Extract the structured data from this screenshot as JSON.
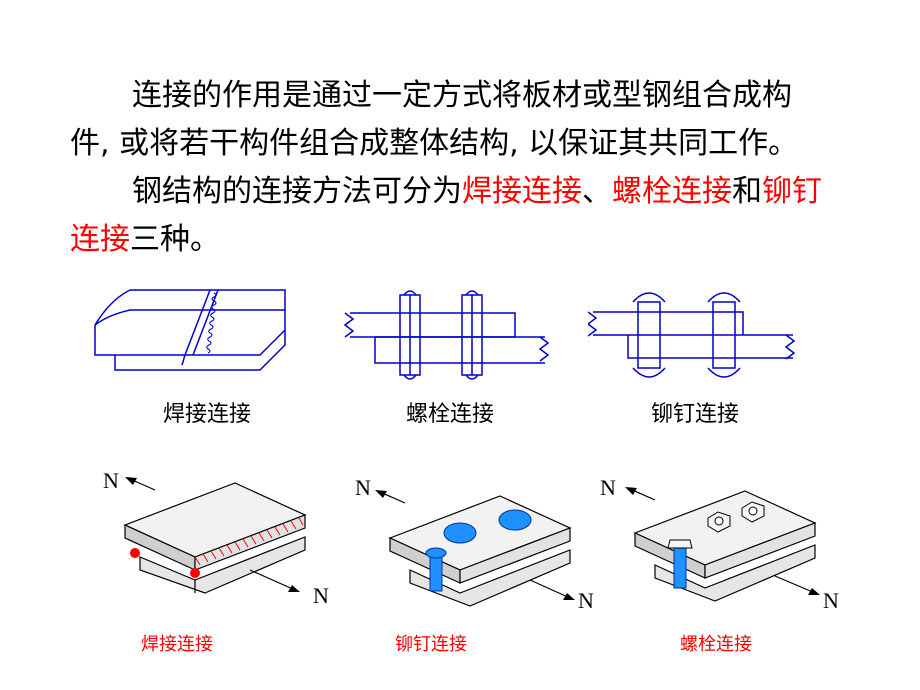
{
  "intro": {
    "sentence1": "连接的作用是通过一定方式将板材或型钢组合成构件, 或将若干构件组合成整体结构, 以保证其共同工作。",
    "sentence2_a": "钢结构的连接方法可分为",
    "weld": "焊接连接",
    "sep1": "、",
    "bolt": "螺栓连接",
    "sep2": "和",
    "rivet": "铆钉连接",
    "tail": "三种。"
  },
  "top_captions": [
    "焊接连接",
    "螺栓连接",
    "铆钉连接"
  ],
  "bottom_captions": [
    "焊接连接",
    "铆钉连接",
    "螺栓连接"
  ],
  "force_label": "N",
  "colors": {
    "line": "#0000cc",
    "accent": "#ff0000",
    "fastener": "#1e90ff"
  }
}
